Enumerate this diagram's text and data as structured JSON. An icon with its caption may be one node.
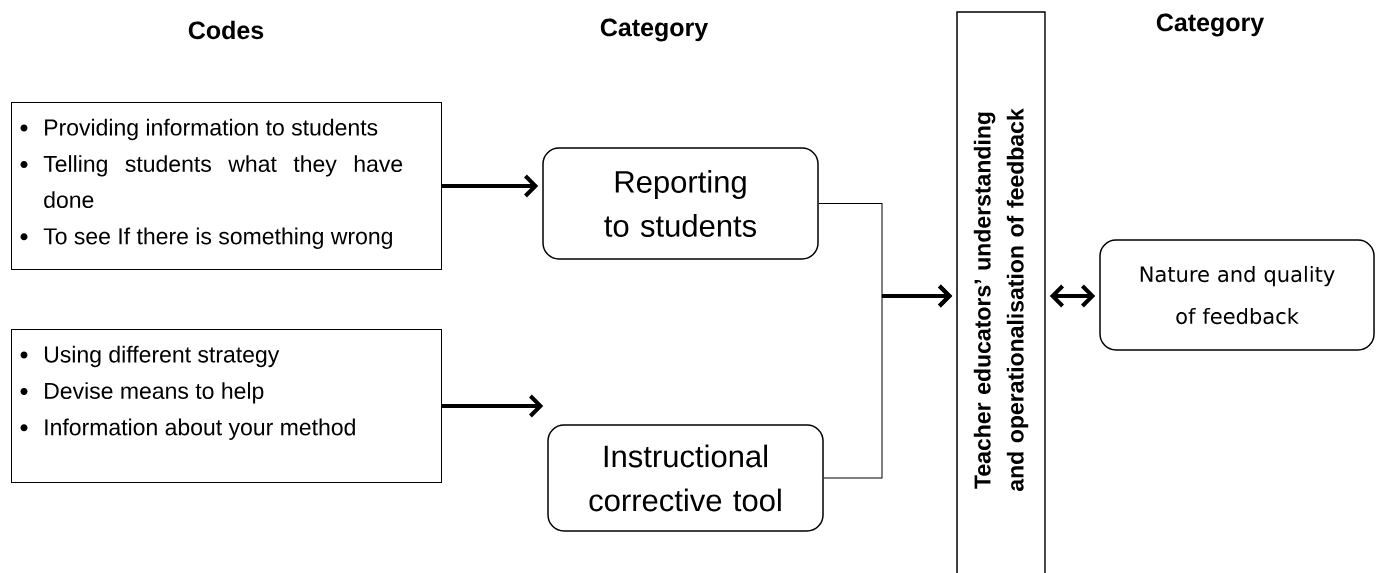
{
  "diagram": {
    "nodes": [
      {
        "text": [
          "Providing information to students",
          "Telling students what they have done",
          "To see If there is something wrong"
        ]
      },
      {
        "text": [
          "Using different strategy",
          "Devise means to help",
          "Information about  your method"
        ]
      },
      {
        "text": [
          "Reporting to students"
        ]
      },
      {
        "text": [
          "Instructional corrective tool"
        ]
      },
      {
        "text": [
          "Teacher educators’ understanding and operationalisation of feedback"
        ]
      },
      {
        "text": [
          "Nature and quality of feedback"
        ]
      }
    ],
    "edges": [
      {
        "from": 0,
        "to": 2,
        "arrow": "to"
      },
      {
        "from": 1,
        "to": 3,
        "arrow": "to"
      },
      {
        "from": 2,
        "to": 4,
        "arrow": "to"
      },
      {
        "from": 3,
        "to": 4,
        "arrow": "to"
      },
      {
        "from": 4,
        "to": 5,
        "arrow": "both"
      }
    ],
    "labels": [
      "Codes",
      "Category",
      "Category"
    ]
  }
}
